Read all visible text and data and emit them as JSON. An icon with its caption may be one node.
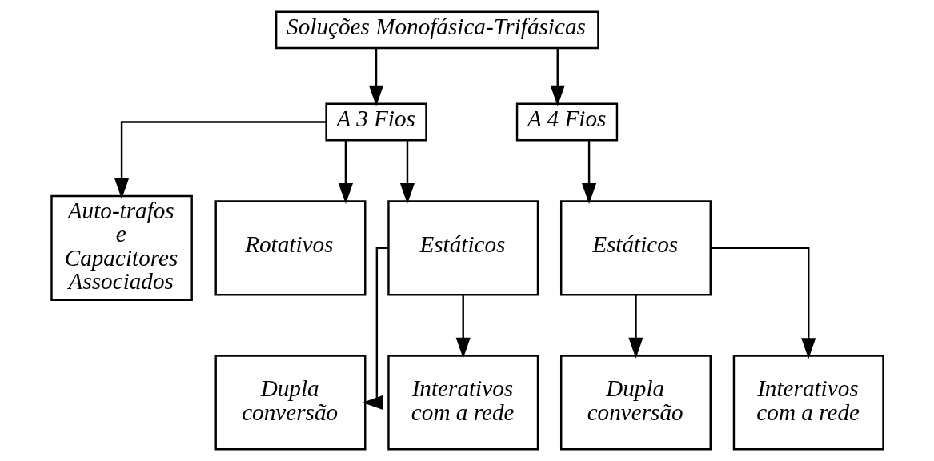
{
  "diagram": {
    "nodes": [
      {
        "text": [
          "Soluções Monofásica-Trifásicas"
        ]
      },
      {
        "text": [
          "A 3 Fios"
        ]
      },
      {
        "text": [
          "A 4 Fios"
        ]
      },
      {
        "text": [
          "Auto-trafos e Capacitores Associados"
        ]
      },
      {
        "text": [
          "Rotativos"
        ]
      },
      {
        "text": [
          "Estáticos"
        ]
      },
      {
        "text": [
          "Estáticos"
        ]
      },
      {
        "text": [
          "Dupla conversão"
        ]
      },
      {
        "text": [
          "Interativos com a rede"
        ]
      },
      {
        "text": [
          "Dupla conversão"
        ]
      },
      {
        "text": [
          "Interativos com a rede"
        ]
      }
    ],
    "edges": [
      {
        "from": 0,
        "to": 1,
        "arrow": "to"
      },
      {
        "from": 0,
        "to": 2,
        "arrow": "to"
      },
      {
        "from": 1,
        "to": 3,
        "arrow": "to"
      },
      {
        "from": 1,
        "to": 4,
        "arrow": "to"
      },
      {
        "from": 1,
        "to": 5,
        "arrow": "to"
      },
      {
        "from": 2,
        "to": 6,
        "arrow": "to"
      },
      {
        "from": 5,
        "to": 7,
        "arrow": "to"
      },
      {
        "from": 5,
        "to": 8,
        "arrow": "to"
      },
      {
        "from": 6,
        "to": 9,
        "arrow": "to"
      },
      {
        "from": 6,
        "to": 10,
        "arrow": "to"
      }
    ]
  }
}
